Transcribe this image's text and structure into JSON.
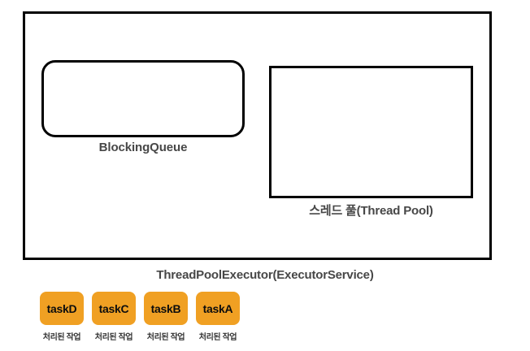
{
  "diagram": {
    "executor": {
      "caption": "ThreadPoolExecutor(ExecutorService)"
    },
    "blocking_queue": {
      "label": "BlockingQueue"
    },
    "thread_pool": {
      "label": "스레드 풀(Thread Pool)"
    },
    "tasks": [
      {
        "name": "taskD",
        "caption": "처리된 작업"
      },
      {
        "name": "taskC",
        "caption": "처리된 작업"
      },
      {
        "name": "taskB",
        "caption": "처리된 작업"
      },
      {
        "name": "taskA",
        "caption": "처리된 작업"
      }
    ],
    "colors": {
      "task_fill": "#F0A023",
      "border": "#000000",
      "label_text": "#474747",
      "background": "#FFFFFF"
    }
  }
}
